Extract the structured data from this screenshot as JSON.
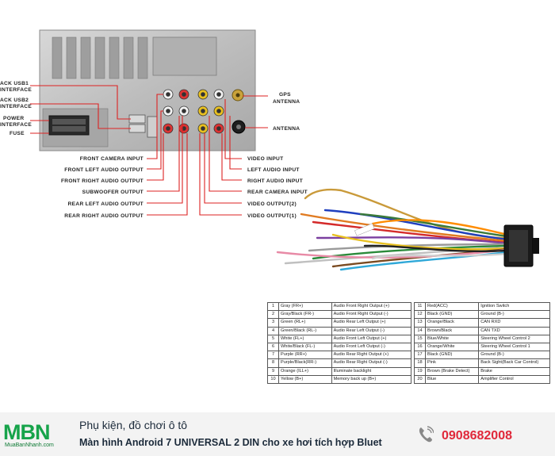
{
  "diagram": {
    "left_labels": [
      "ACK USB1",
      "INTERFACE",
      "ACK USB2",
      "INTERFACE",
      "POWER",
      "INTERFACE",
      "FUSE"
    ],
    "right_top_labels": [
      "GPS",
      "ANTENNA",
      "ANTENNA"
    ],
    "input_labels_left": [
      "FRONT CAMERA INPUT",
      "FRONT LEFT AUDIO OUTPUT",
      "FRONT RIGHT AUDIO OUTPUT",
      "SUBWOOFER OUTPUT",
      "REAR LEFT AUDIO OUTPUT",
      "REAR RIGHT AUDIO OUTPUT"
    ],
    "input_labels_right": [
      "VIDEO INPUT",
      "LEFT AUDIO INPUT",
      "RIGHT AUDIO INPUT",
      "REAR CAMERA INPUT",
      "VIDEO OUTPUT(2)",
      "VIDEO OUTPUT(1)"
    ]
  },
  "pin_table_left": [
    [
      "1",
      "Gray (FR+)",
      "Audio Front Right Output (+)"
    ],
    [
      "2",
      "Gray/Black (FR-)",
      "Audio Front Right Output (-)"
    ],
    [
      "3",
      "Green (RL+)",
      "Audio Rear Left Output (+)"
    ],
    [
      "4",
      "Green/Black (RL-)",
      "Audio Rear Left Output (-)"
    ],
    [
      "5",
      "White (FL+)",
      "Audio Front Left Output (+)"
    ],
    [
      "6",
      "White/Black (FL-)",
      "Audio Front Left Output (-)"
    ],
    [
      "7",
      "Purple (RR+)",
      "Audio Rear Right Output (+)"
    ],
    [
      "8",
      "Purple/Black(RR-)",
      "Audio Rear Right Output (-)"
    ],
    [
      "9",
      "Orange (ILL+)",
      "Illuminate backlight"
    ],
    [
      "10",
      "Yellow (B+)",
      "Memory back up (B+)"
    ]
  ],
  "pin_table_right": [
    [
      "11",
      "Red(ACC)",
      "Ignition Switch"
    ],
    [
      "12",
      "Black (GND)",
      "Ground (B-)"
    ],
    [
      "13",
      "Orange/Black",
      "CAN RXD"
    ],
    [
      "14",
      "Brown/Black",
      "CAN TXD"
    ],
    [
      "15",
      "Blue/White",
      "Steering Wheel Control 2"
    ],
    [
      "16",
      "Orange/White",
      "Steering Wheel Control 1"
    ],
    [
      "17",
      "Black (GND)",
      "Ground (B-)"
    ],
    [
      "18",
      "Pink",
      "Back Sight(Back Car Control)"
    ],
    [
      "19",
      "Brown (Brake Detect)",
      "Brake"
    ],
    [
      "20",
      "Blue",
      "Amplifier Control"
    ]
  ],
  "banner": {
    "logo_big": "MBN",
    "logo_small": "MuaBanNhanh.com",
    "title": "Phụ kiện, đồ chơi ô tô",
    "subtitle": "Màn hình Android 7 UNIVERSAL 2 DIN cho xe hơi tích hợp Bluet",
    "phone": "0908682008"
  }
}
